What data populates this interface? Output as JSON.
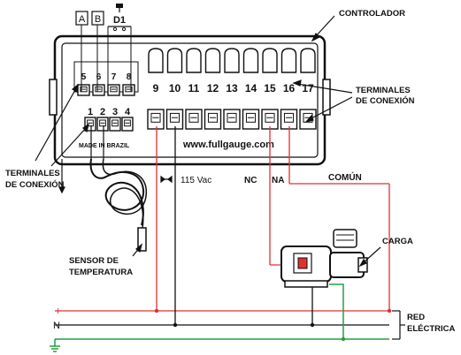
{
  "labels": {
    "controlador": "CONTROLADOR",
    "terminales_right_1": "TERMINALES",
    "terminales_right_2": "DE CONEXIÓN",
    "terminales_left_1": "TERMINALES",
    "terminales_left_2": "DE CONEXIÓN",
    "sensor_1": "SENSOR DE",
    "sensor_2": "TEMPERATURA",
    "carga": "CARGA",
    "red_1": "RED",
    "red_2": "ELÉCTRICA",
    "vac": "115 Vac",
    "nc": "NC",
    "na": "NA",
    "comun": "COMÚN",
    "a": "A",
    "b": "B",
    "d1": "D1",
    "made_in": "MADE IN BRAZIL",
    "website": "www.fullgauge.com",
    "plus": "+",
    "n": "N"
  },
  "terminals": {
    "top_small": [
      "5",
      "6",
      "7",
      "8"
    ],
    "top_large": [
      "9",
      "10",
      "11",
      "12",
      "13",
      "14",
      "15",
      "16",
      "17"
    ],
    "bottom_small": [
      "1",
      "2",
      "3",
      "4"
    ]
  },
  "colors": {
    "line_wire": "#e03030",
    "neutral_wire": "#111111",
    "ground_wire": "#22a040"
  }
}
